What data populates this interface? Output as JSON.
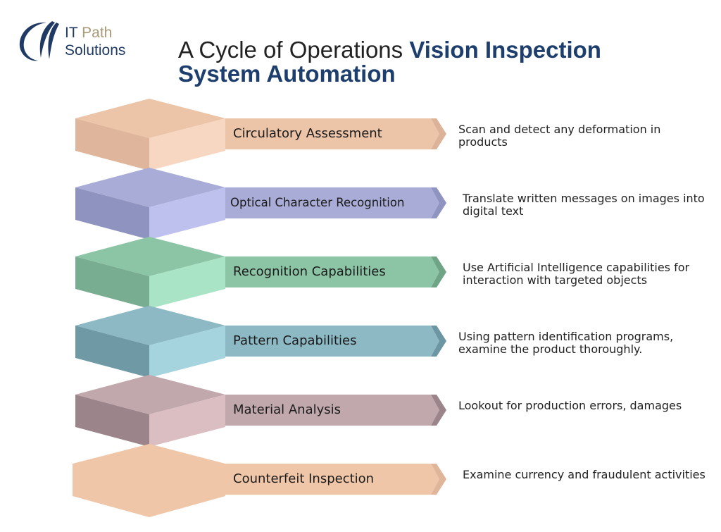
{
  "logo": {
    "line1_a": "IT",
    "line1_b": "Path",
    "line2": "Solutions",
    "colors": {
      "navy": "#1f3a64",
      "tan": "#a89a78"
    }
  },
  "title": {
    "light": "A Cycle of Operations",
    "bold_1": "Vision Inspection",
    "bold_2": "System Automation"
  },
  "steps": [
    {
      "label": "Circulatory Assessment",
      "description": "Scan and detect any deformation in products",
      "colors": {
        "top": "#ecc4a8",
        "left": "#dfb69b",
        "right": "#f7d7c2",
        "bar": "#ecc4a8",
        "tip": "#dcb299"
      }
    },
    {
      "label": "Optical Character Recognition",
      "description": "Translate written messages on images into digital text",
      "colors": {
        "top": "#a8acd6",
        "left": "#8f93bf",
        "right": "#bec1ee",
        "bar": "#a8acd6",
        "tip": "#8f93bf"
      }
    },
    {
      "label": "Recognition Capabilities",
      "description": "Use Artificial Intelligence capabilities for interaction with targeted objects",
      "colors": {
        "top": "#8cc5a6",
        "left": "#79ad91",
        "right": "#a8e4c5",
        "bar": "#8cc5a6",
        "tip": "#6fa487"
      }
    },
    {
      "label": "Pattern Capabilities",
      "description": "Using pattern identification programs, examine the product thoroughly.",
      "colors": {
        "top": "#8db9c4",
        "left": "#6f9aa5",
        "right": "#a5d3de",
        "bar": "#8db9c4",
        "tip": "#6c97a2"
      }
    },
    {
      "label": "Material Analysis",
      "description": "Lookout for production errors, damages",
      "colors": {
        "top": "#c0a8ac",
        "left": "#9c858a",
        "right": "#dbbec2",
        "bar": "#c0a8ac",
        "tip": "#9c858a"
      }
    },
    {
      "label": "Counterfeit Inspection",
      "description": "Examine currency and fraudulent activities",
      "colors": {
        "top": "#f0c6a8",
        "left": "#ecc3a5",
        "right": "#f2c9ab",
        "bar": "#f0c6a8",
        "tip": "#dfb699"
      }
    }
  ]
}
